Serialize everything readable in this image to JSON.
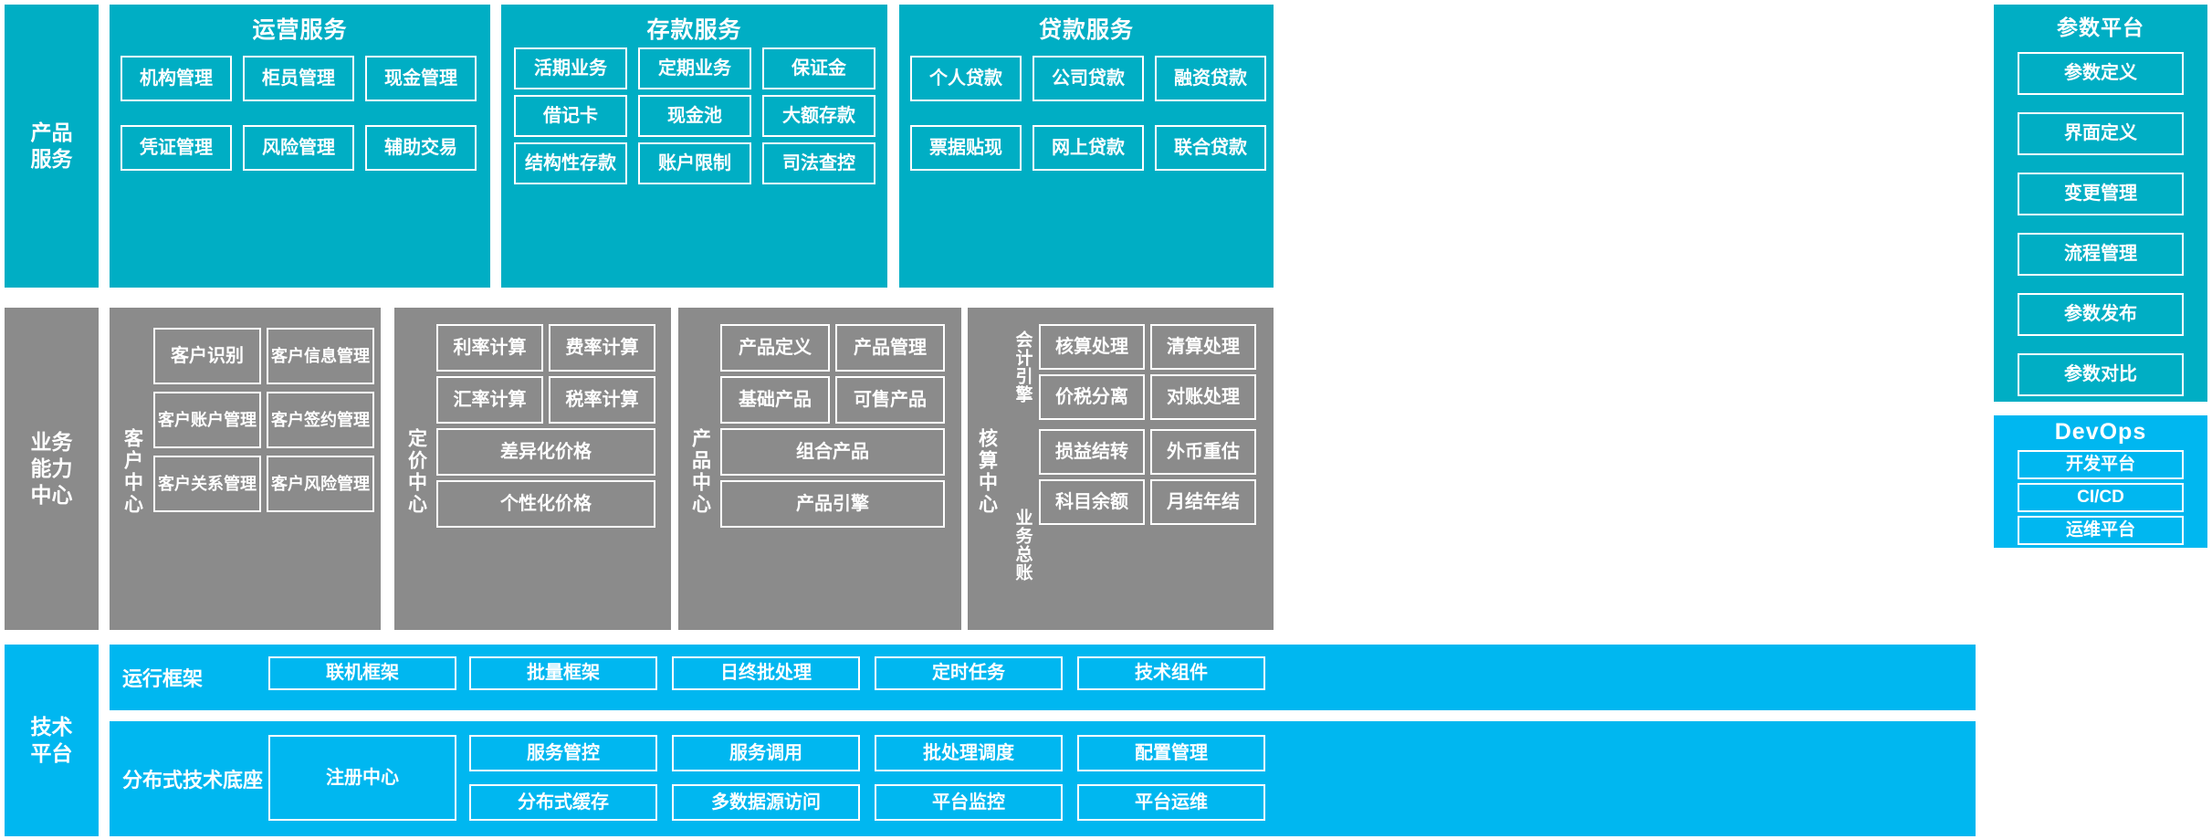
{
  "colors": {
    "teal": "#00aec4",
    "gray": "#8b8b8b",
    "cyan": "#00b7f0",
    "outline": "#ffffff"
  },
  "lanes": {
    "product_service": "产品\n服务",
    "product_service_l1": "产品",
    "product_service_l2": "服务",
    "business_capability_l1": "业务",
    "business_capability_l2": "能力",
    "business_capability_l3": "中心",
    "tech_platform_l1": "技术",
    "tech_platform_l2": "平台"
  },
  "product_service": {
    "groups": [
      {
        "title": "运营服务",
        "cells": [
          "机构管理",
          "柜员管理",
          "现金管理",
          "凭证管理",
          "风险管理",
          "辅助交易"
        ]
      },
      {
        "title": "存款服务",
        "cells": [
          "活期业务",
          "定期业务",
          "保证金",
          "借记卡",
          "现金池",
          "大额存款",
          "结构性存款",
          "账户限制",
          "司法查控"
        ]
      },
      {
        "title": "贷款服务",
        "cells": [
          "个人贷款",
          "公司贷款",
          "融资贷款",
          "票据贴现",
          "网上贷款",
          "联合贷款"
        ]
      }
    ]
  },
  "param_platform": {
    "title": "参数平台",
    "items": [
      "参数定义",
      "界面定义",
      "变更管理",
      "流程管理",
      "参数发布",
      "参数对比"
    ]
  },
  "devops": {
    "title": "DevOps",
    "items": [
      "开发平台",
      "CI/CD",
      "运维平台"
    ]
  },
  "business_capability": {
    "centers": [
      {
        "name": "客户中心",
        "cells": [
          "客户识别",
          "客户信息管理",
          "客户账户管理",
          "客户签约管理",
          "客户关系管理",
          "客户风险管理"
        ]
      },
      {
        "name": "定价中心",
        "cells": [
          "利率计算",
          "费率计算",
          "汇率计算",
          "税率计算",
          "差异化价格",
          "个性化价格"
        ]
      },
      {
        "name": "产品中心",
        "cells": [
          "产品定义",
          "产品管理",
          "基础产品",
          "可售产品",
          "组合产品",
          "产品引擎"
        ]
      },
      {
        "name": "核算中心",
        "sub_labels": [
          "会计引擎",
          "业务总账"
        ],
        "cells": [
          "核算处理",
          "清算处理",
          "价税分离",
          "对账处理",
          "损益结转",
          "外币重估",
          "科目余额",
          "月结年结"
        ]
      }
    ]
  },
  "tech_platform": {
    "rows": [
      {
        "label": "运行框架",
        "cells": [
          "联机框架",
          "批量框架",
          "日终批处理",
          "定时任务",
          "技术组件"
        ]
      },
      {
        "label": "分布式技术底座",
        "wide_cell": "注册中心",
        "cells_top": [
          "服务管控",
          "服务调用",
          "批处理调度",
          "配置管理"
        ],
        "cells_bottom": [
          "分布式缓存",
          "多数据源访问",
          "平台监控",
          "平台运维"
        ]
      }
    ]
  }
}
